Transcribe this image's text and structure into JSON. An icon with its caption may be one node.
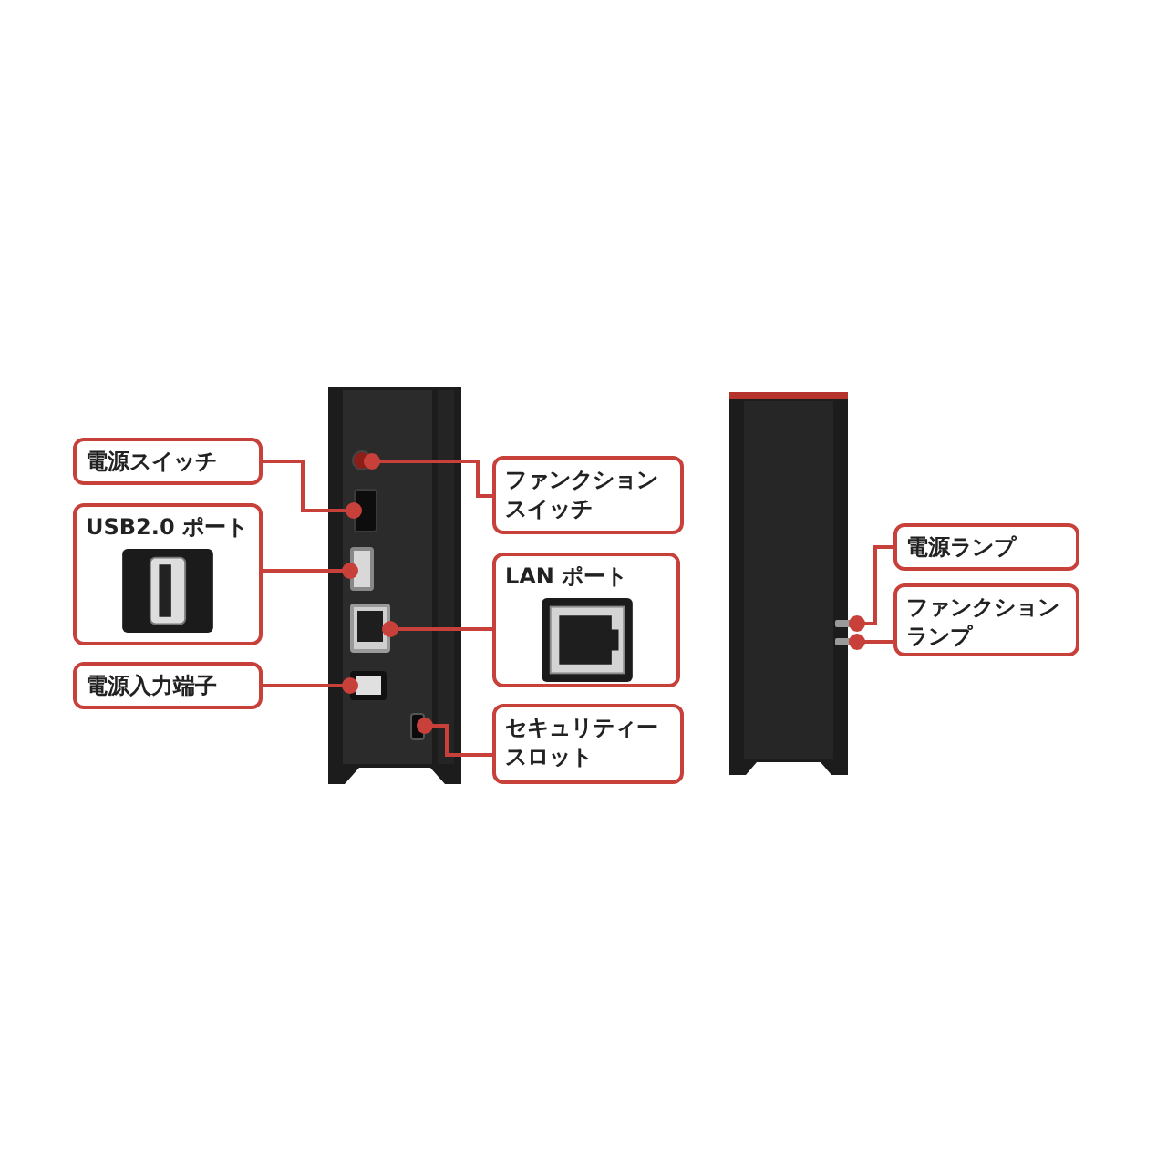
{
  "diagram": {
    "nodes": [
      {
        "text": [
          "電源スイッチ"
        ]
      },
      {
        "text": [
          "USB2.0 ポート"
        ]
      },
      {
        "text": [
          "電源入力端子"
        ]
      },
      {
        "text": [
          "ファンクションスイッチ"
        ]
      },
      {
        "text": [
          "LAN ポート"
        ]
      },
      {
        "text": [
          "セキュリティースロット"
        ]
      },
      {
        "text": [
          "電源ランプ"
        ]
      },
      {
        "text": [
          "ファンクションランプ"
        ]
      },
      {
        "text": [],
        "shape": "circle"
      },
      {
        "text": [],
        "shape": "box"
      },
      {
        "text": [],
        "shape": "box"
      },
      {
        "text": [],
        "shape": "box"
      },
      {
        "text": [],
        "shape": "box"
      },
      {
        "text": [],
        "shape": "box"
      },
      {
        "text": [],
        "shape": "bar"
      },
      {
        "text": [],
        "shape": "bar"
      }
    ],
    "edges": [
      {
        "from": 0,
        "to": 9,
        "arrow": "other"
      },
      {
        "from": 1,
        "to": 10,
        "arrow": "other"
      },
      {
        "from": 2,
        "to": 12,
        "arrow": "other"
      },
      {
        "from": 3,
        "to": 8,
        "arrow": "other"
      },
      {
        "from": 4,
        "to": 11,
        "arrow": "other"
      },
      {
        "from": 5,
        "to": 13,
        "arrow": "other"
      },
      {
        "from": 6,
        "to": 14,
        "arrow": "other"
      },
      {
        "from": 7,
        "to": 15,
        "arrow": "other"
      }
    ]
  }
}
